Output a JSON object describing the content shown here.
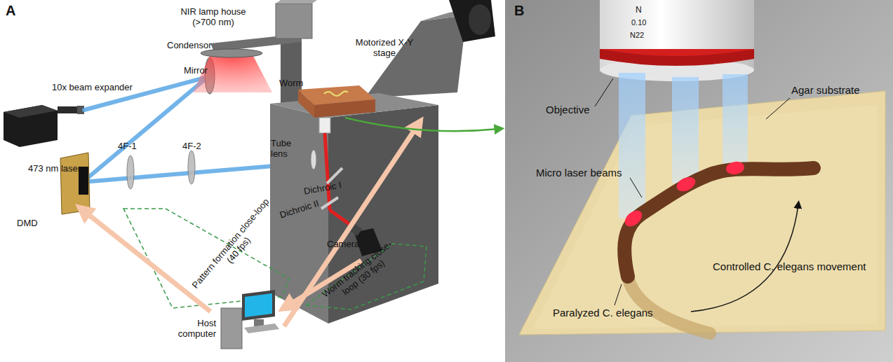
{
  "diagram": {
    "labels": [
      "A",
      "NIR lamp house (>700 nm)",
      "Condensor",
      "Motorized X-Y stage",
      "Worm",
      "Mirror",
      "10x beam expander",
      "473 nm laser",
      "Tube lens",
      "DMD",
      "4F-1",
      "4F-2",
      "Dichroic I",
      "Dichroic II",
      "Camera",
      "Pattern formation close-loop (40 fps)",
      "Worm tracking close-loop (30 fps)",
      "Host computer",
      "B",
      "N",
      "0.10",
      "N22",
      "Agar substrate",
      "Objective",
      "Micro laser beams",
      "Controlled C. elegans movement",
      "Paralyzed C. elegans"
    ]
  }
}
